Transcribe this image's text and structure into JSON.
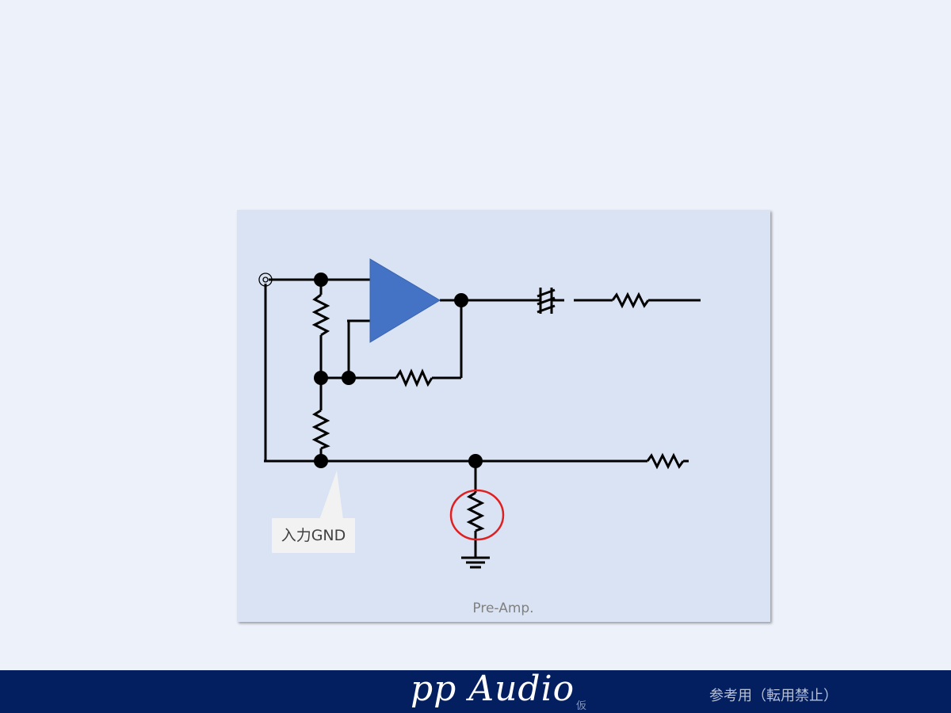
{
  "diagram": {
    "caption": "Pre-Amp.",
    "callout_label": "入力GND",
    "colors": {
      "amplifier": "#4472c4",
      "highlight": "#e02020",
      "wire": "#000000",
      "panel": "#dae3f3"
    }
  },
  "footer": {
    "brand": "pp Audio",
    "brand_mark": "仮",
    "notice": "参考用（転用禁止）"
  }
}
